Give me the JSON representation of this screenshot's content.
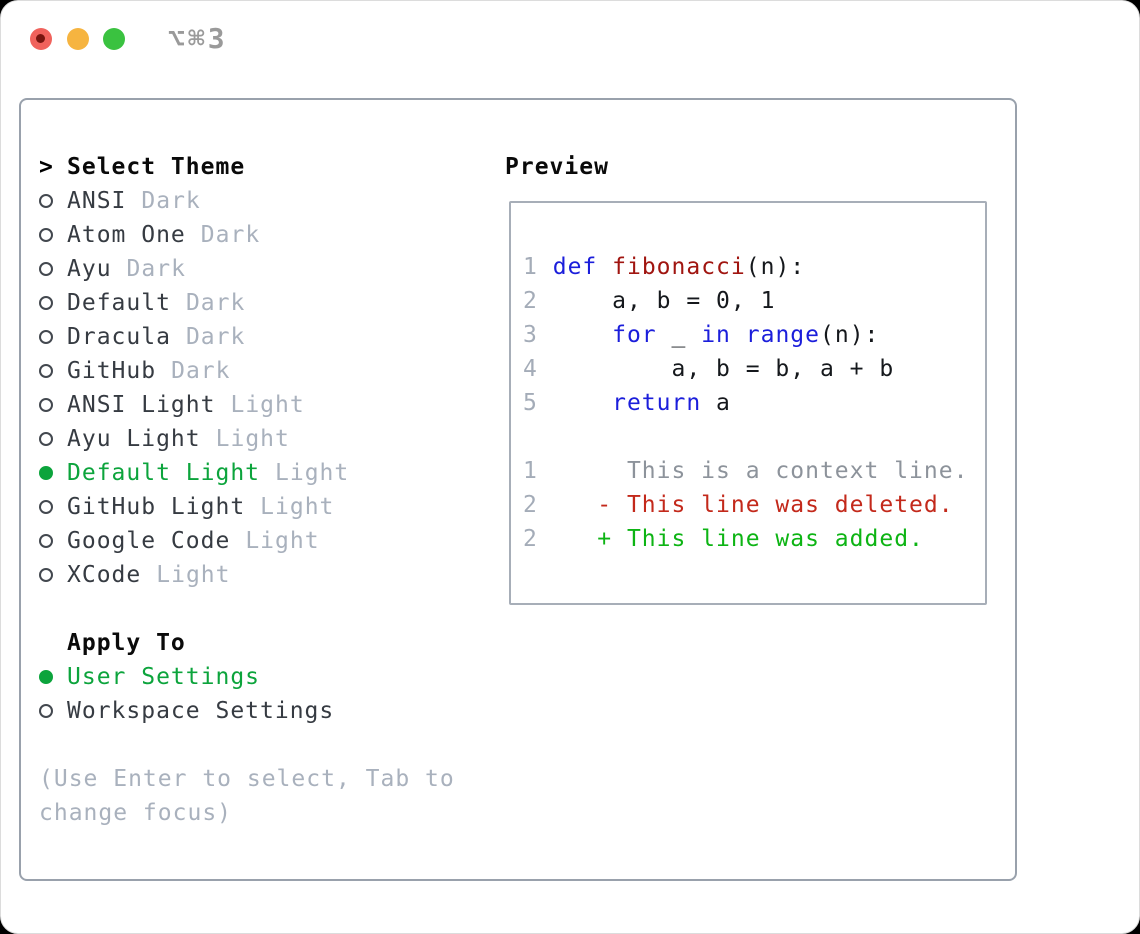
{
  "window": {
    "title": "⌥⌘3",
    "traffic_lights": [
      {
        "name": "close",
        "color": "#f0625c",
        "dot": "#77150f"
      },
      {
        "name": "minimize",
        "color": "#f6b440"
      },
      {
        "name": "zoom",
        "color": "#3ac240"
      }
    ]
  },
  "theme_picker": {
    "prompt": ">",
    "heading": "Select Theme",
    "items": [
      {
        "name": "ANSI",
        "variant": "Dark",
        "selected": false
      },
      {
        "name": "Atom One",
        "variant": "Dark",
        "selected": false
      },
      {
        "name": "Ayu",
        "variant": "Dark",
        "selected": false
      },
      {
        "name": "Default",
        "variant": "Dark",
        "selected": false
      },
      {
        "name": "Dracula",
        "variant": "Dark",
        "selected": false
      },
      {
        "name": "GitHub",
        "variant": "Dark",
        "selected": false
      },
      {
        "name": "ANSI Light",
        "variant": "Light",
        "selected": false
      },
      {
        "name": "Ayu Light",
        "variant": "Light",
        "selected": false
      },
      {
        "name": "Default Light",
        "variant": "Light",
        "selected": true
      },
      {
        "name": "GitHub Light",
        "variant": "Light",
        "selected": false
      },
      {
        "name": "Google Code",
        "variant": "Light",
        "selected": false
      },
      {
        "name": "XCode",
        "variant": "Light",
        "selected": false
      }
    ],
    "apply_heading": "Apply To",
    "apply_options": [
      {
        "label": "User Settings",
        "selected": true
      },
      {
        "label": "Workspace Settings",
        "selected": false
      }
    ],
    "hint": "(Use Enter to select, Tab to change focus)"
  },
  "preview": {
    "heading": "Preview",
    "code_lines": [
      [
        [
          "1",
          "num"
        ],
        [
          " ",
          "pl"
        ],
        [
          "def",
          "kw"
        ],
        [
          " ",
          "pl"
        ],
        [
          "fibonacci",
          "fn"
        ],
        [
          "(n):",
          "pl"
        ]
      ],
      [
        [
          "2",
          "num"
        ],
        [
          "     a, b = 0, 1",
          "pl"
        ]
      ],
      [
        [
          "3",
          "num"
        ],
        [
          "     ",
          "pl"
        ],
        [
          "for",
          "kw"
        ],
        [
          " _ ",
          "pl"
        ],
        [
          "in",
          "kw"
        ],
        [
          " ",
          "pl"
        ],
        [
          "range",
          "kw"
        ],
        [
          "(n):",
          "pl"
        ]
      ],
      [
        [
          "4",
          "num"
        ],
        [
          "         a, b = b, a + b",
          "pl"
        ]
      ],
      [
        [
          "5",
          "num"
        ],
        [
          "     ",
          "pl"
        ],
        [
          "return",
          "kw"
        ],
        [
          " a",
          "pl"
        ]
      ],
      [],
      [
        [
          "1",
          "num"
        ],
        [
          "      This is a context line.",
          "ctx"
        ]
      ],
      [
        [
          "2",
          "num"
        ],
        [
          "    ",
          "pl"
        ],
        [
          "- This line was deleted.",
          "del"
        ]
      ],
      [
        [
          "2",
          "num"
        ],
        [
          "    ",
          "pl"
        ],
        [
          "+ This line was added.",
          "add"
        ]
      ]
    ]
  },
  "colors": {
    "title": "#9a9a9a",
    "panel-border": "#99a1ac",
    "box-border": "#a7aeb8",
    "heading": "#0a0a0a",
    "name": "#363b42",
    "muted": "#a9b1bd",
    "radio": "#43484f",
    "sel": "#0ca43c",
    "kw": "#1b1edb",
    "fn": "#a01510",
    "num": "#a4acb8",
    "ctx": "#8d939b",
    "del": "#c3291b",
    "add": "#0db414"
  }
}
